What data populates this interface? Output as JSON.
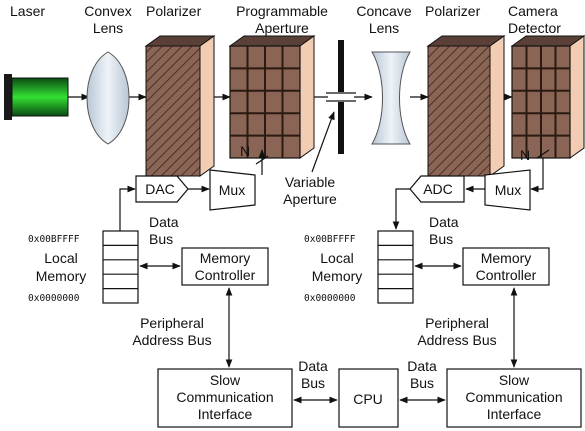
{
  "optical_bench": {
    "laser": "Laser",
    "convex_lens": [
      "Convex",
      "Lens"
    ],
    "polarizer_1": "Polarizer",
    "programmable_aperture": [
      "Programmable",
      "Aperture"
    ],
    "concave_lens": [
      "Concave",
      "Lens"
    ],
    "polarizer_2": "Polarizer",
    "camera_detector": [
      "Camera",
      "Detector"
    ],
    "variable_aperture": [
      "Variable",
      "Aperture"
    ]
  },
  "left_electronics": {
    "bus_width_label": "N",
    "dac": "DAC",
    "mux": "Mux",
    "data_bus": [
      "Data",
      "Bus"
    ],
    "memory_top_address": "0x00BFFFF",
    "memory_bottom_address": "0x0000000",
    "local_memory": [
      "Local",
      "Memory"
    ],
    "memory_controller": [
      "Memory",
      "Controller"
    ],
    "peripheral_address_bus": [
      "Peripheral",
      "Address Bus"
    ]
  },
  "right_electronics": {
    "bus_width_label": "N",
    "adc": "ADC",
    "mux": "Mux",
    "data_bus": [
      "Data",
      "Bus"
    ],
    "memory_top_address": "0x00BFFFF",
    "memory_bottom_address": "0x0000000",
    "local_memory": [
      "Local",
      "Memory"
    ],
    "memory_controller": [
      "Memory",
      "Controller"
    ],
    "peripheral_address_bus": [
      "Peripheral",
      "Address Bus"
    ]
  },
  "bottom_row": {
    "slow_comm_left": [
      "Slow",
      "Communication",
      "Interface"
    ],
    "data_bus_left": [
      "Data",
      "Bus"
    ],
    "cpu": "CPU",
    "data_bus_right": [
      "Data",
      "Bus"
    ],
    "slow_comm_right": [
      "Slow",
      "Communication",
      "Interface"
    ]
  },
  "colors": {
    "laser_green": "#29d12d",
    "panel_brown": "#8a6454",
    "panel_edge": "#f3cdb3",
    "lens_fill": "#d8e2ec"
  }
}
